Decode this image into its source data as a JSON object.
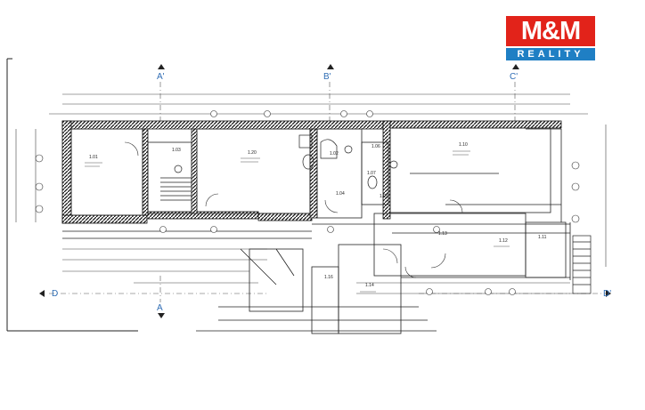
{
  "logo": {
    "top_text": "M&M",
    "bottom_text": "REALITY",
    "red": "#e2231a",
    "blue": "#1f7fc4"
  },
  "section_marks": {
    "A_top": "A'",
    "B_top": "B'",
    "C_top": "C'",
    "A_bottom": "A",
    "D_left": "D",
    "D_right": "D'"
  },
  "rooms": {
    "r101": "1.01",
    "r102": "1.02",
    "r103": "1.03",
    "r104": "1.04",
    "r105": "1.05",
    "r106": "1.06",
    "r107": "1.07",
    "r110": "1.10",
    "r111": "1.11",
    "r112": "1.12",
    "r113": "1.13",
    "r114": "1.14",
    "r116": "1.16",
    "r120": "1.20"
  },
  "colors": {
    "line": "#2a2a2a",
    "wall": "#1a1a1a",
    "section_label": "#2f6db5"
  }
}
